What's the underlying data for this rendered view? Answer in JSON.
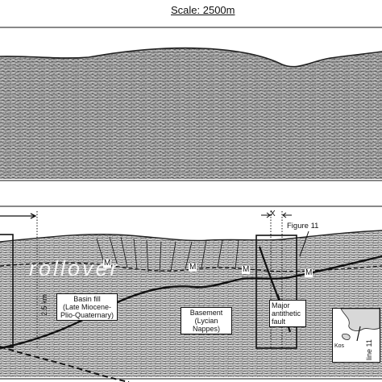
{
  "scale": {
    "label": "Scale: 2500m"
  },
  "profile_bottom": {
    "rollover_label": "rollover",
    "figure_ref": "Figure 11",
    "x_marker": "X",
    "depth_label": "2.5 km",
    "basin_fill": "Basin fill\n(Late Miocene-\nPlio-Quaternary)",
    "basement": "Basement\n(Lycian Nappes)",
    "fault": "Major\nantithetic\nfault",
    "m_markers": [
      "M",
      "M",
      "M",
      "M"
    ]
  },
  "map_inset": {
    "place_label": "Kos",
    "line_label": "line 11"
  },
  "colors": {
    "ink": "#111111",
    "seismic_base": "#bdbdbd",
    "paper": "#ffffff"
  }
}
